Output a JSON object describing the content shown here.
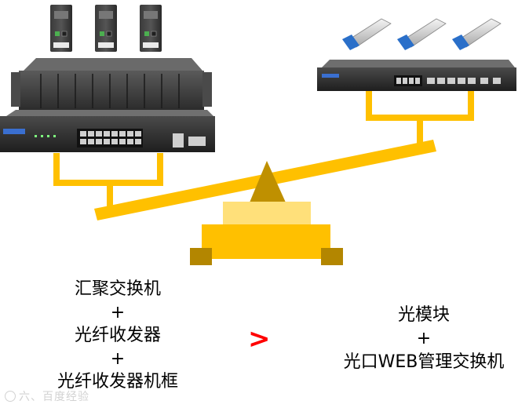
{
  "left_group": {
    "line1": "汇聚交换机",
    "plus1": "+",
    "line2": "光纤收发器",
    "plus2": "+",
    "line3": "光纤收发器机框"
  },
  "right_group": {
    "line1": "光模块",
    "plus1": "+",
    "line2": "光口WEB管理交换机"
  },
  "comparison_symbol": ">",
  "watermark_text": "六、百度经验",
  "colors": {
    "accent_yellow": "#ffc000",
    "light_yellow": "#ffe07a",
    "fulcrum_gold": "#bf9000",
    "foot_gold": "#b38600",
    "comparison_red": "#ff0000",
    "device_dark": "#2a2a2a",
    "fiber_blue": "#2a6fc9"
  }
}
